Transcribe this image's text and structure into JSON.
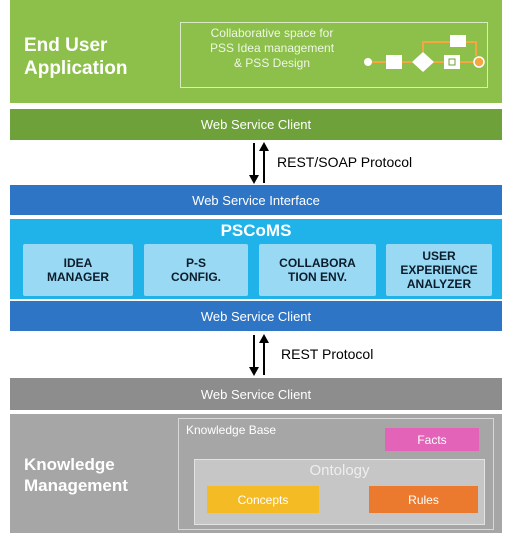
{
  "top": {
    "title_line1": "End User",
    "title_line2": "Application",
    "collab_line1": "Collaborative space for",
    "collab_line2": "PSS Idea management",
    "collab_line3": "& PSS Design",
    "ws_client": "Web Service  Client"
  },
  "protocol_top": "REST/SOAP Protocol",
  "pscoms": {
    "ws_interface": "Web Service  Interface",
    "title": "PSCoMS",
    "modules": [
      {
        "line1": "IDEA",
        "line2": "MANAGER",
        "line3": ""
      },
      {
        "line1": "P-S",
        "line2": "CONFIG.",
        "line3": ""
      },
      {
        "line1": "COLLABORA",
        "line2": "TION ENV.",
        "line3": ""
      },
      {
        "line1": "USER",
        "line2": "EXPERIENCE",
        "line3": "ANALYZER"
      }
    ],
    "ws_client": "Web Service  Client"
  },
  "protocol_bottom": "REST Protocol",
  "km": {
    "ws_client": "Web Service  Client",
    "title_line1": "Knowledge",
    "title_line2": "Management",
    "kb_label": "Knowledge Base",
    "facts": "Facts",
    "ontology": "Ontology",
    "concepts": "Concepts",
    "rules": "Rules"
  },
  "colors": {
    "green": "#8cc04a",
    "green_dark": "#6ea139",
    "blue": "#2e75c5",
    "cyan": "#1fb3ea",
    "module": "#9ad9f3",
    "gray": "#a6a6a6",
    "pink": "#e363b8",
    "yellow": "#f4bb25",
    "orange": "#eb7a2f"
  }
}
